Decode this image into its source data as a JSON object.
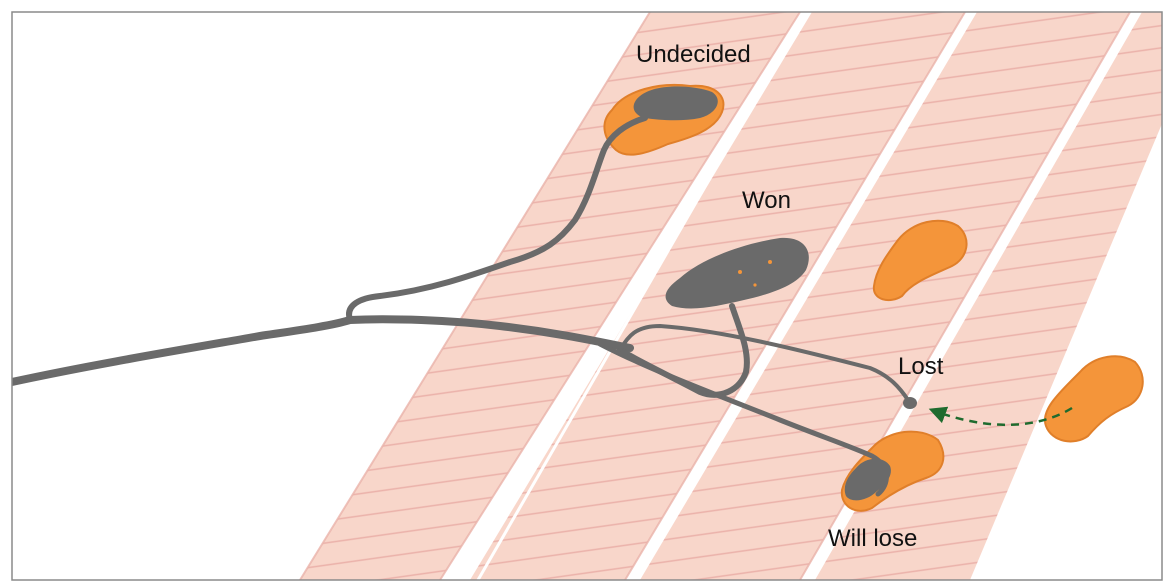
{
  "labels": {
    "undecided": "Undecided",
    "won": "Won",
    "lost": "Lost",
    "will_lose": "Will lose"
  },
  "colors": {
    "fiber": "#f8d6ca",
    "fiber_stripe": "#e9a8a1",
    "fiber_divider": "#ffffff",
    "axon": "#6a6a6a",
    "synapse": "#f4953a",
    "arrow": "#1f6b2e",
    "frame": "#8a8a8a"
  }
}
